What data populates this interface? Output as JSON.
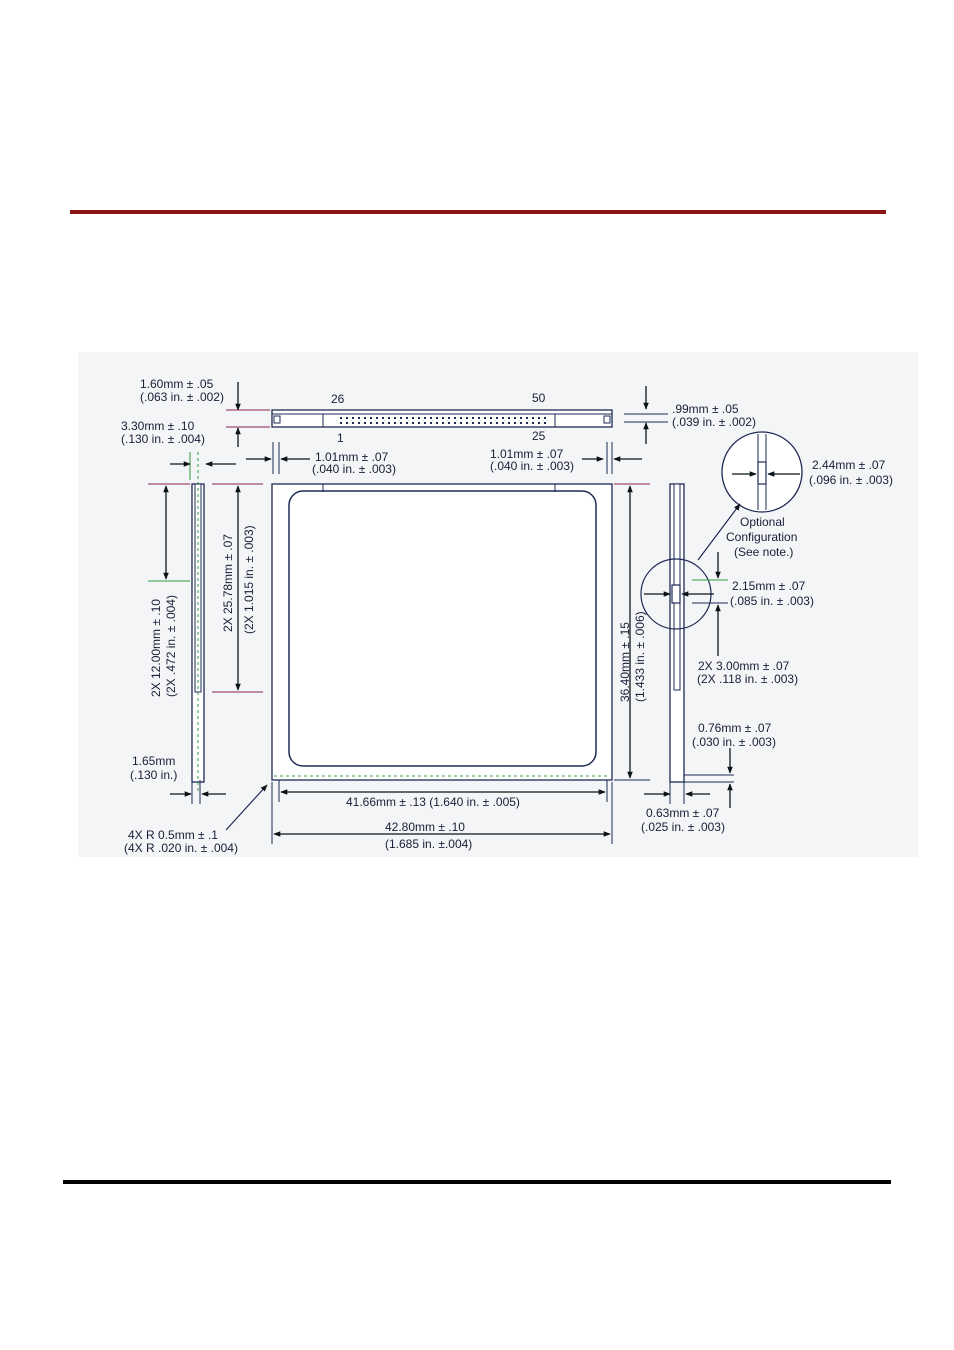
{
  "colors": {
    "rule_top": "#8b1414",
    "rule_bottom": "#000000",
    "outline": "#1d2a55",
    "dimension_arrow": "#0a1418",
    "guide_magenta": "#8a2050",
    "guide_green": "#2e9e3e",
    "card_face": "#ffffff",
    "drawing_bg": "#f4f5f6"
  },
  "drawing": {
    "dims": {
      "thickness_160_mm": "1.60mm ± .05",
      "thickness_160_in": "(.063 in. ± .002)",
      "edge_330_mm": "3.30mm ± .10",
      "edge_330_in": "(.130 in. ± .004)",
      "ledge_099_mm": ".99mm ± .05",
      "ledge_099_in": "(.039 in. ± .002)",
      "side_101_left_mm": "1.01mm ± .07",
      "side_101_left_in": "(.040 in. ± .003)",
      "side_101_right_mm": "1.01mm ± .07",
      "side_101_right_in": "(.040 in. ± .003)",
      "key_244_mm": "2.44mm ± .07",
      "key_244_in": "(.096 in. ± .003)",
      "key_215_mm": "2.15mm ± .07",
      "key_215_in": "(.085 in. ± .003)",
      "key_300_mm": "2X 3.00mm ± .07",
      "key_300_in": "(2X .118 in. ± .003)",
      "rail_076_mm": "0.76mm ± .07",
      "rail_076_in": "(.030 in. ± .003)",
      "rail_063_mm": "0.63mm ± .07",
      "rail_063_in": "(.025 in. ± .003)",
      "slot_1200_mm": "2X 12.00mm ± .10",
      "slot_1200_in": "(2X .472 in. ± .004)",
      "slot_2578_mm": "2X 25.78mm ± .07",
      "slot_2578_in": "(2X 1.015 in. ± .003)",
      "height_3640_mm": "36.40mm ± .15",
      "height_3640_in": "(1.433 in. ± .006)",
      "edge_165_mm": "1.65mm",
      "edge_165_in": "(.130 in.)",
      "radius_mm": "4X R 0.5mm ± .1",
      "radius_in": "(4X R .020 in. ± .004)",
      "width_4166": "41.66mm ± .13 (1.640 in. ± .005)",
      "width_4280_mm": "42.80mm ± .10",
      "width_4280_in": "(1.685 in. ±.004)"
    },
    "pins": {
      "pin_26": "26",
      "pin_50": "50",
      "pin_1": "1",
      "pin_25": "25"
    },
    "optional_note": {
      "line1": "Optional",
      "line2": "Configuration",
      "line3": "(See note.)"
    }
  }
}
